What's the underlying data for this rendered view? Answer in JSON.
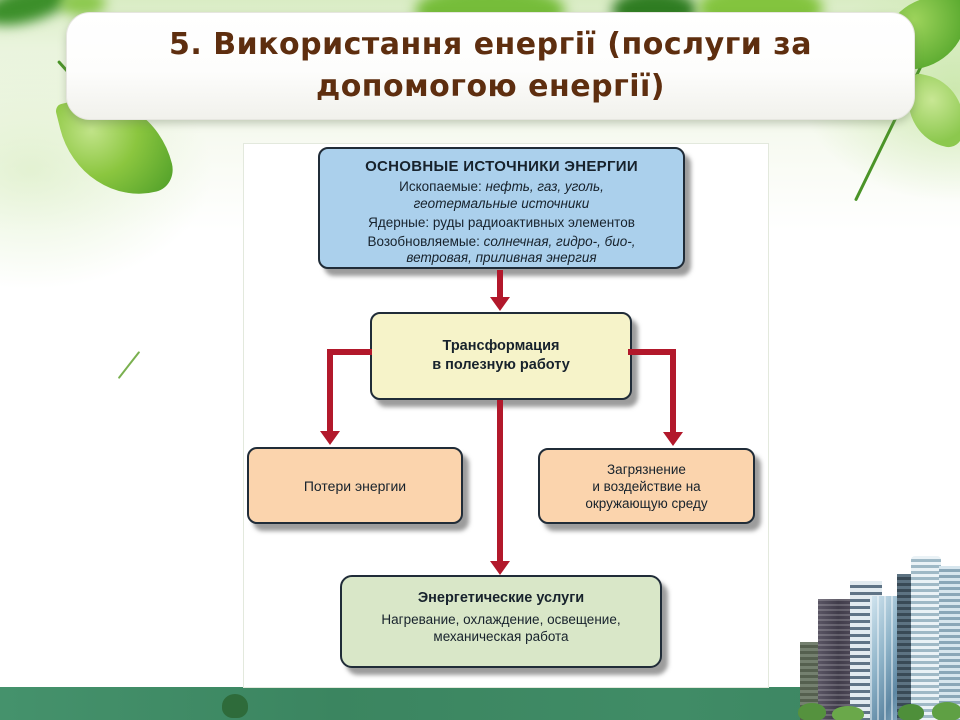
{
  "header": {
    "title_line1": "5. Використання енергії (послуги за",
    "title_line2": "допомогою енергії)"
  },
  "diagram": {
    "sources": {
      "title": "ОСНОВНЫЕ ИСТОЧНИКИ ЭНЕРГИИ",
      "fossil_label": "Ископаемые:",
      "fossil_value": "нефть, газ, уголь, геотермальные источники",
      "nuclear_label": "Ядерные:",
      "nuclear_value": "руды радиоактивных элементов",
      "renewable_label": "Возобновляемые:",
      "renewable_value": "солнечная, гидро-, био-, ветровая, приливная энергия"
    },
    "transformation": {
      "line1": "Трансформация",
      "line2": "в полезную работу"
    },
    "losses": {
      "text": "Потери энергии"
    },
    "pollution": {
      "line1": "Загрязнение",
      "line2": "и воздействие на",
      "line3": "окружающую среду"
    },
    "services": {
      "title": "Энергетические услуги",
      "text": "Нагревание, охлаждение, освещение, механическая работа"
    }
  },
  "colors": {
    "title_text": "#5e2e0f",
    "sources_fill": "#abd0ec",
    "transformation_fill": "#f6f3c9",
    "losses_fill": "#fbd4ad",
    "pollution_fill": "#fbd4ad",
    "services_fill": "#d9e7c8",
    "arrow_red": "#b2182b",
    "footer_bar": "#3e8a64",
    "leaf_green": "#8bc63f"
  }
}
